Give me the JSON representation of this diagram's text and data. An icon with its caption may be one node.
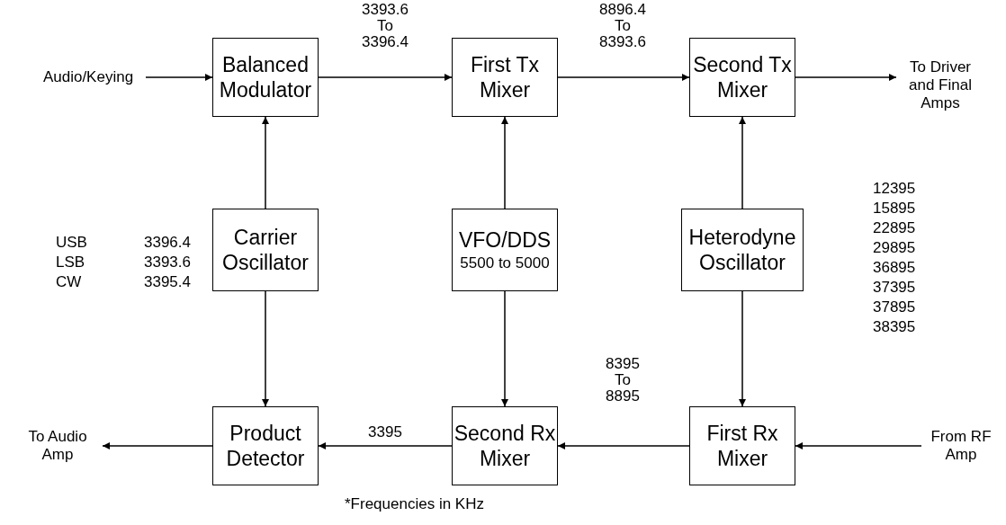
{
  "diagram": {
    "caption": "*Frequencies in KHz",
    "nodes": [
      {
        "text": [
          "Audio/Keying"
        ]
      },
      {
        "text": [
          "Balanced Modulator"
        ]
      },
      {
        "text": [
          "First Tx Mixer"
        ]
      },
      {
        "text": [
          "Second Tx Mixer"
        ]
      },
      {
        "text": [
          "To Driver and Final Amps"
        ]
      },
      {
        "text": [
          "Carrier Oscillator"
        ]
      },
      {
        "text": [
          "VFO/DDS",
          "5500 to 5000"
        ]
      },
      {
        "text": [
          "Heterodyne Oscillator"
        ]
      },
      {
        "text": [
          "To Audio Amp"
        ]
      },
      {
        "text": [
          "Product Detector"
        ]
      },
      {
        "text": [
          "Second Rx Mixer"
        ]
      },
      {
        "text": [
          "First Rx Mixer"
        ]
      },
      {
        "text": [
          "From RF Amp"
        ]
      }
    ],
    "edges": [
      {
        "from": 0,
        "to": 1,
        "arrow": "to"
      },
      {
        "from": 1,
        "to": 2,
        "arrow": "to",
        "label": "3393.6 To 3396.4"
      },
      {
        "from": 2,
        "to": 3,
        "arrow": "to",
        "label": "8896.4 To 8393.6"
      },
      {
        "from": 3,
        "to": 4,
        "arrow": "to"
      },
      {
        "from": 5,
        "to": 1,
        "arrow": "to"
      },
      {
        "from": 6,
        "to": 2,
        "arrow": "to"
      },
      {
        "from": 7,
        "to": 3,
        "arrow": "to"
      },
      {
        "from": 5,
        "to": 9,
        "arrow": "to"
      },
      {
        "from": 6,
        "to": 10,
        "arrow": "to"
      },
      {
        "from": 7,
        "to": 11,
        "arrow": "to"
      },
      {
        "from": 12,
        "to": 11,
        "arrow": "to"
      },
      {
        "from": 11,
        "to": 10,
        "arrow": "to",
        "label": "8395 To 8895"
      },
      {
        "from": 10,
        "to": 9,
        "arrow": "to",
        "label": "3395"
      },
      {
        "from": 9,
        "to": 8,
        "arrow": "to"
      }
    ],
    "labels": [
      "USB",
      "3396.4",
      "LSB",
      "3393.6",
      "CW",
      "3395.4",
      "12395",
      "15895",
      "22895",
      "29895",
      "36895",
      "37395",
      "37895",
      "38395"
    ]
  }
}
